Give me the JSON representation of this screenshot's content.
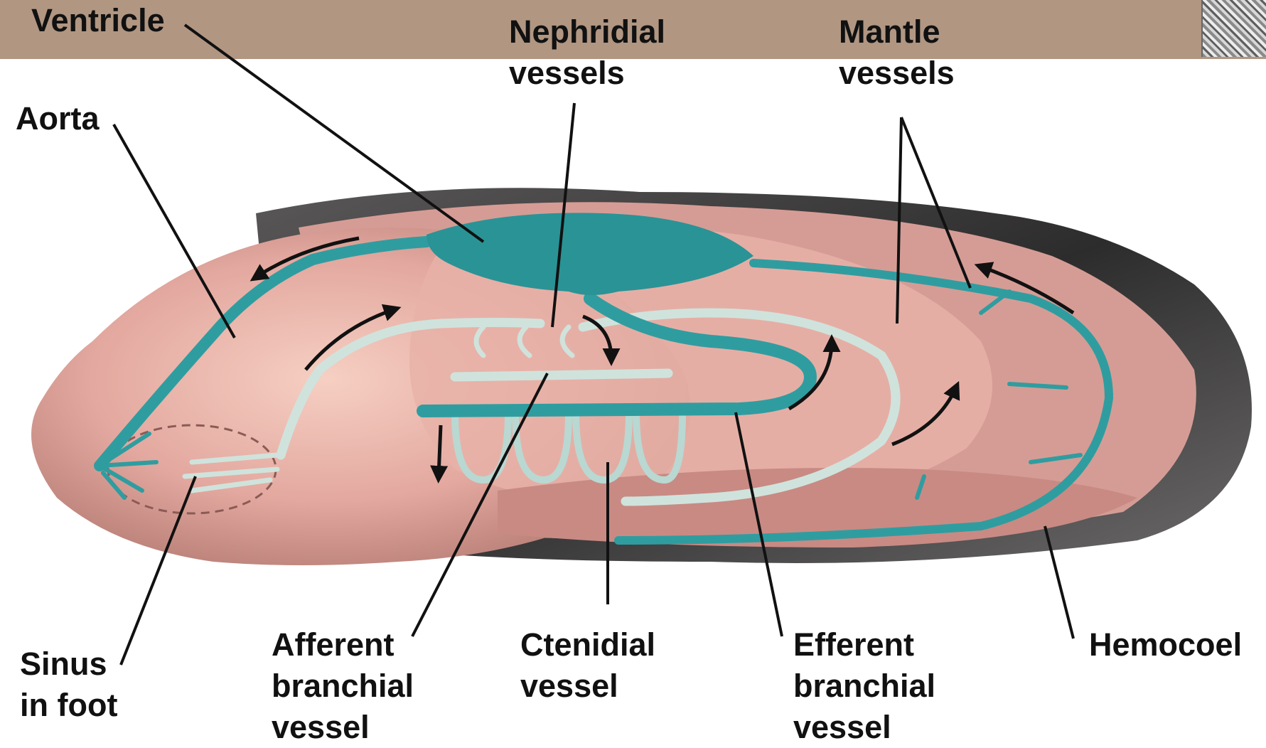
{
  "colors": {
    "header_band": "#b19682",
    "vessel_teal": "#2f9da0",
    "vessel_pale": "#cfe3dc",
    "tissue": "#e4a9a0",
    "shell": "#3d3c3c"
  },
  "labels": {
    "ventricle": "Ventricle",
    "nephridial_vessels": "Nephridial\nvessels",
    "mantle_vessels": "Mantle\nvessels",
    "aorta": "Aorta",
    "sinus_in_foot": "Sinus\nin foot",
    "afferent_branchial_vessel": "Afferent\nbranchial\nvessel",
    "ctenidial_vessel": "Ctenidial\nvessel",
    "efferent_branchial_vessel": "Efferent\nbranchial\nvessel",
    "hemocoel": "Hemocoel"
  },
  "icons": [
    "flow-arrow-icon"
  ]
}
